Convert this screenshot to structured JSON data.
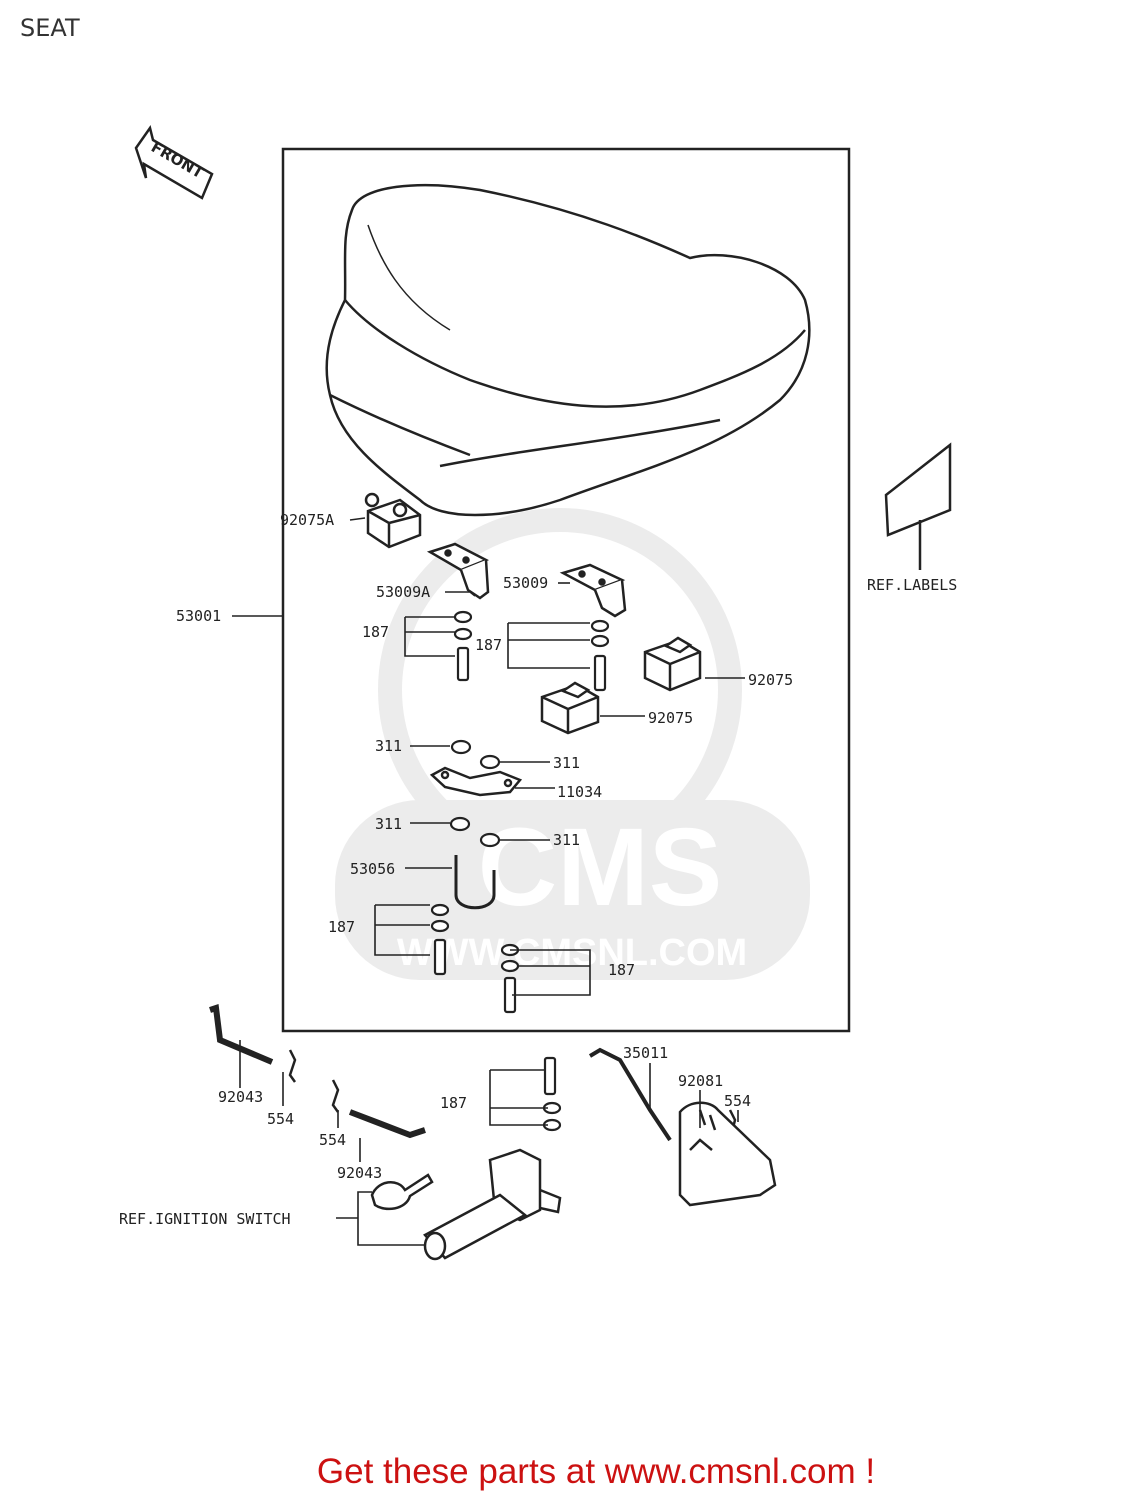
{
  "page": {
    "title": "SEAT"
  },
  "arrow": {
    "text": "FRONT"
  },
  "watermark": {
    "brand": "CMS",
    "url": "WWW.CMSNL.COM"
  },
  "labels": [
    {
      "id": "92075A",
      "text": "92075A"
    },
    {
      "id": "53009A",
      "text": "53009A"
    },
    {
      "id": "53009",
      "text": "53009"
    },
    {
      "id": "53001",
      "text": "53001"
    },
    {
      "id": "187a",
      "text": "187"
    },
    {
      "id": "187b",
      "text": "187"
    },
    {
      "id": "92075b",
      "text": "92075"
    },
    {
      "id": "92075c",
      "text": "92075"
    },
    {
      "id": "311a",
      "text": "311"
    },
    {
      "id": "311b",
      "text": "311"
    },
    {
      "id": "11034",
      "text": "11034"
    },
    {
      "id": "311c",
      "text": "311"
    },
    {
      "id": "311d",
      "text": "311"
    },
    {
      "id": "53056",
      "text": "53056"
    },
    {
      "id": "187c",
      "text": "187"
    },
    {
      "id": "187d",
      "text": "187"
    },
    {
      "id": "92043a",
      "text": "92043"
    },
    {
      "id": "554a",
      "text": "554"
    },
    {
      "id": "554b",
      "text": "554"
    },
    {
      "id": "92043b",
      "text": "92043"
    },
    {
      "id": "187e",
      "text": "187"
    },
    {
      "id": "35011",
      "text": "35011"
    },
    {
      "id": "92081",
      "text": "92081"
    },
    {
      "id": "554c",
      "text": "554"
    },
    {
      "id": "ref-ignition",
      "text": "REF.IGNITION SWITCH"
    },
    {
      "id": "ref-labels",
      "text": "REF.LABELS"
    }
  ],
  "footer": {
    "cta": "Get these parts at www.cmsnl.com !"
  }
}
